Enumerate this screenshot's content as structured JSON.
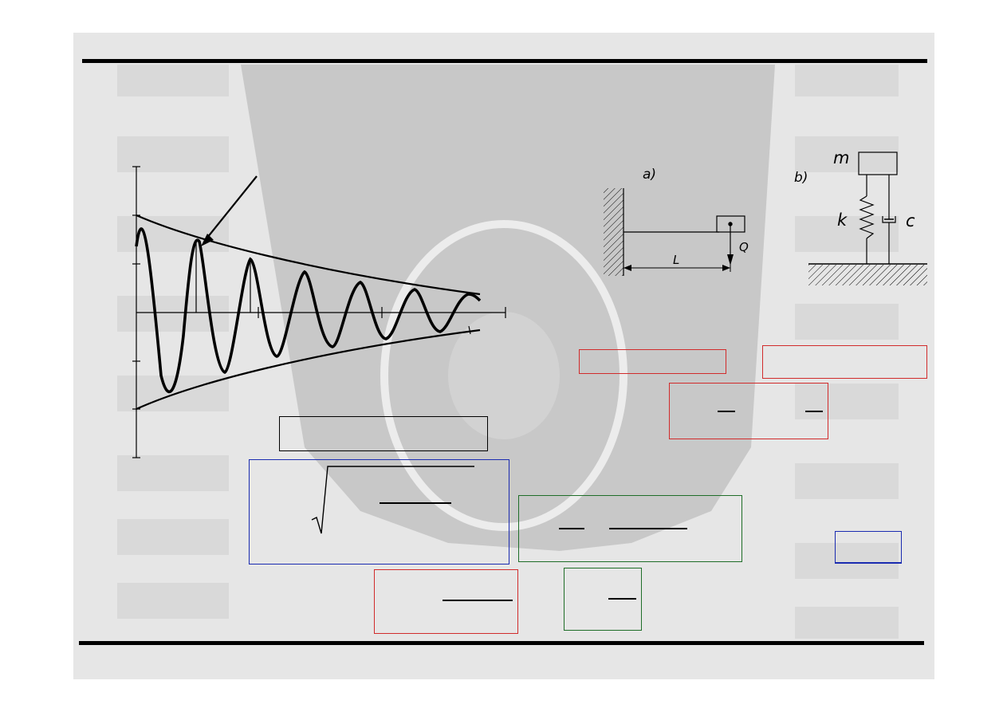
{
  "cantilever": {
    "panel": "a)",
    "load": "Q",
    "length": "L"
  },
  "spring_damper": {
    "panel": "b)",
    "mass": "m",
    "spring": "k",
    "damper": "c"
  },
  "colors": {
    "red": "#d12b2b",
    "blue": "#1a2bb0",
    "green": "#1f6e28",
    "ink": "#000000"
  },
  "chart_data": {
    "type": "line",
    "title": "",
    "xlabel": "",
    "ylabel": "",
    "grid": false,
    "series": [
      {
        "style": "damped-oscillation"
      },
      {
        "style": "upper-envelope"
      },
      {
        "style": "lower-envelope"
      }
    ]
  }
}
